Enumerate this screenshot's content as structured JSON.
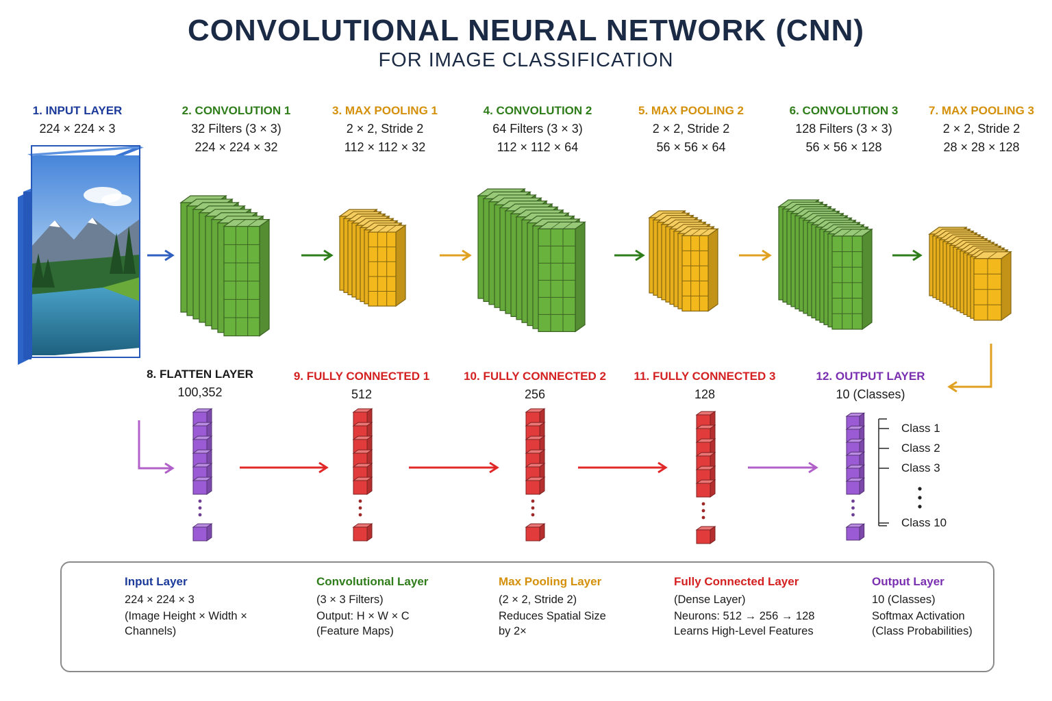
{
  "header": {
    "title": "CONVOLUTIONAL NEURAL NETWORK (CNN)",
    "subtitle": "FOR IMAGE CLASSIFICATION"
  },
  "colors": {
    "input": "#2f6fd6",
    "conv": "#6ab23e",
    "pool": "#f2b81c",
    "fc": "#e23b3b",
    "output": "#9b5bd4",
    "title_blue": "#1b3a9a",
    "title_green": "#2e7d1a",
    "title_orange": "#d4900a",
    "title_red": "#d42020",
    "title_purple": "#7a2fb0"
  },
  "layers": [
    {
      "title": "1. INPUT LAYER",
      "lines": [
        "224 × 224 × 3"
      ]
    },
    {
      "title": "2. CONVOLUTION 1",
      "lines": [
        "32 Filters (3 × 3)",
        "224 × 224 × 32"
      ]
    },
    {
      "title": "3. MAX POOLING 1",
      "lines": [
        "2 × 2, Stride 2",
        "112 × 112 × 32"
      ]
    },
    {
      "title": "4. CONVOLUTION 2",
      "lines": [
        "64 Filters (3 × 3)",
        "112 × 112 × 64"
      ]
    },
    {
      "title": "5. MAX POOLING 2",
      "lines": [
        "2 × 2, Stride 2",
        "56 × 56 × 64"
      ]
    },
    {
      "title": "6. CONVOLUTION 3",
      "lines": [
        "128 Filters (3 × 3)",
        "56 × 56 × 128"
      ]
    },
    {
      "title": "7. MAX POOLING 3",
      "lines": [
        "2 × 2, Stride 2",
        "28 × 28 × 128"
      ]
    },
    {
      "title": "8. FLATTEN LAYER",
      "lines": [
        "100,352"
      ]
    },
    {
      "title": "9. FULLY CONNECTED 1",
      "lines": [
        "512"
      ]
    },
    {
      "title": "10. FULLY CONNECTED 2",
      "lines": [
        "256"
      ]
    },
    {
      "title": "11. FULLY CONNECTED 3",
      "lines": [
        "128"
      ]
    },
    {
      "title": "12. OUTPUT LAYER",
      "lines": [
        "10 (Classes)"
      ]
    }
  ],
  "classes": [
    "Class 1",
    "Class 2",
    "Class 3",
    "Class 10"
  ],
  "legend": [
    {
      "title": "Input Layer",
      "lines": [
        "224 × 224 × 3",
        "(Image Height × Width ×",
        "Channels)"
      ]
    },
    {
      "title": "Convolutional Layer",
      "lines": [
        "(3 × 3 Filters)",
        "Output: H × W × C",
        "(Feature Maps)"
      ]
    },
    {
      "title": "Max Pooling Layer",
      "lines": [
        "(2 × 2, Stride 2)",
        "Reduces Spatial Size",
        "by 2×"
      ]
    },
    {
      "title": "Fully Connected Layer",
      "lines": [
        "(Dense Layer)",
        "Neurons: 512 → 256 → 128",
        "Learns High-Level Features"
      ]
    },
    {
      "title": "Output Layer",
      "lines": [
        "10 (Classes)",
        "Softmax Activation",
        "(Class Probabilities)"
      ]
    }
  ]
}
